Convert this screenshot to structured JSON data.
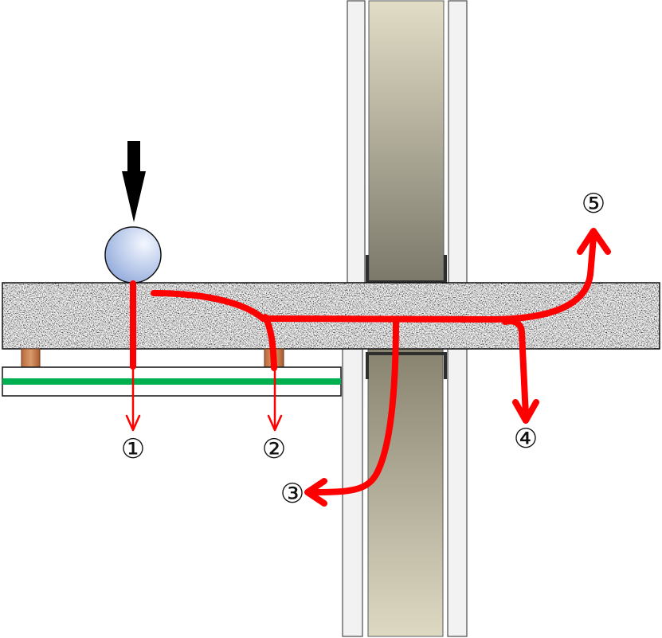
{
  "labels": {
    "path_1": "①",
    "path_2": "②",
    "path_3": "③",
    "path_4": "④",
    "path_5": "⑤"
  },
  "colors": {
    "transmission_path": "#ff0000",
    "impact_arrow": "#000000",
    "ceiling_stripe": "#00b050"
  }
}
